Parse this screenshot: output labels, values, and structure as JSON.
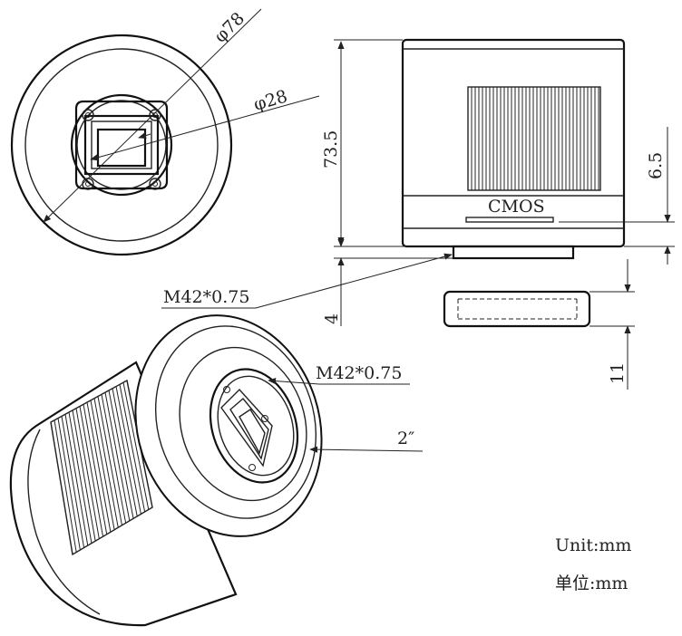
{
  "front_view": {
    "outer_diameter_label": "φ78",
    "inner_diameter_label": "φ28"
  },
  "side_view": {
    "height_label": "73.5",
    "sensor_offset_label": "6.5",
    "sensor_label": "CMOS",
    "flange_label": "M42*0.75",
    "flange_thickness_label": "4"
  },
  "adapter": {
    "thickness_label": "11"
  },
  "iso_view": {
    "thread_label": "M42*0.75",
    "size_label": "2″"
  },
  "units": {
    "english": "Unit:mm",
    "chinese": "单位:mm"
  }
}
